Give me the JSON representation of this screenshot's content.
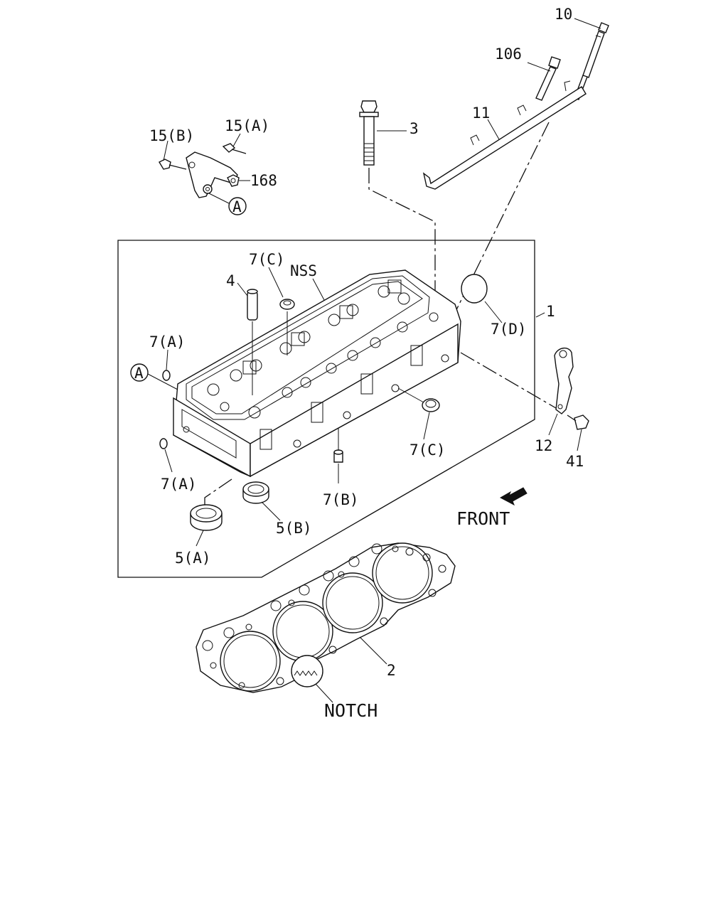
{
  "labels": {
    "p10": "10",
    "p106": "106",
    "p11": "11",
    "p3": "3",
    "p15b": "15(B)",
    "p15a": "15(A)",
    "p168": "168",
    "circA_top": "A",
    "p7c_top": "7(C)",
    "nss": "NSS",
    "p4": "4",
    "p1": "1",
    "p7d": "7(D)",
    "p7a_top": "7(A)",
    "circA_left": "A",
    "p12": "12",
    "p41": "41",
    "p7c_bottom": "7(C)",
    "p7a_bottom": "7(A)",
    "p7b": "7(B)",
    "p5b": "5(B)",
    "p5a": "5(A)",
    "front": "FRONT",
    "p2": "2",
    "notch": "NOTCH"
  },
  "icons": {
    "front_arrow": "arrow-left-down-icon"
  }
}
